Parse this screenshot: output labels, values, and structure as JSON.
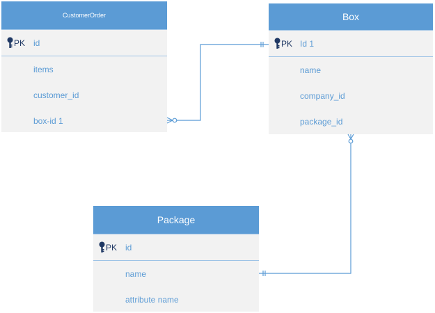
{
  "colors": {
    "header": "#5b9bd5",
    "body": "#f2f2f2",
    "line": "#5b9bd5",
    "pk_text": "#1f3864"
  },
  "entities": {
    "customer_order": {
      "title": "CustomerOrder",
      "pk_label": "PK",
      "fields": [
        "id",
        "items",
        "customer_id",
        "box-id 1"
      ]
    },
    "box": {
      "title": "Box",
      "pk_label": "PK",
      "fields": [
        "Id 1",
        "name",
        "company_id",
        "package_id"
      ]
    },
    "package": {
      "title": "Package",
      "pk_label": "PK",
      "fields": [
        "id",
        "name",
        "attribute name"
      ]
    }
  },
  "relationships": [
    {
      "from": "customer_order.box-id 1",
      "from_end": "zero-or-many",
      "to": "box.Id 1",
      "to_end": "exactly-one"
    },
    {
      "from": "box.package_id",
      "from_end": "zero-or-many",
      "to": "package.name",
      "to_end": "exactly-one"
    }
  ]
}
